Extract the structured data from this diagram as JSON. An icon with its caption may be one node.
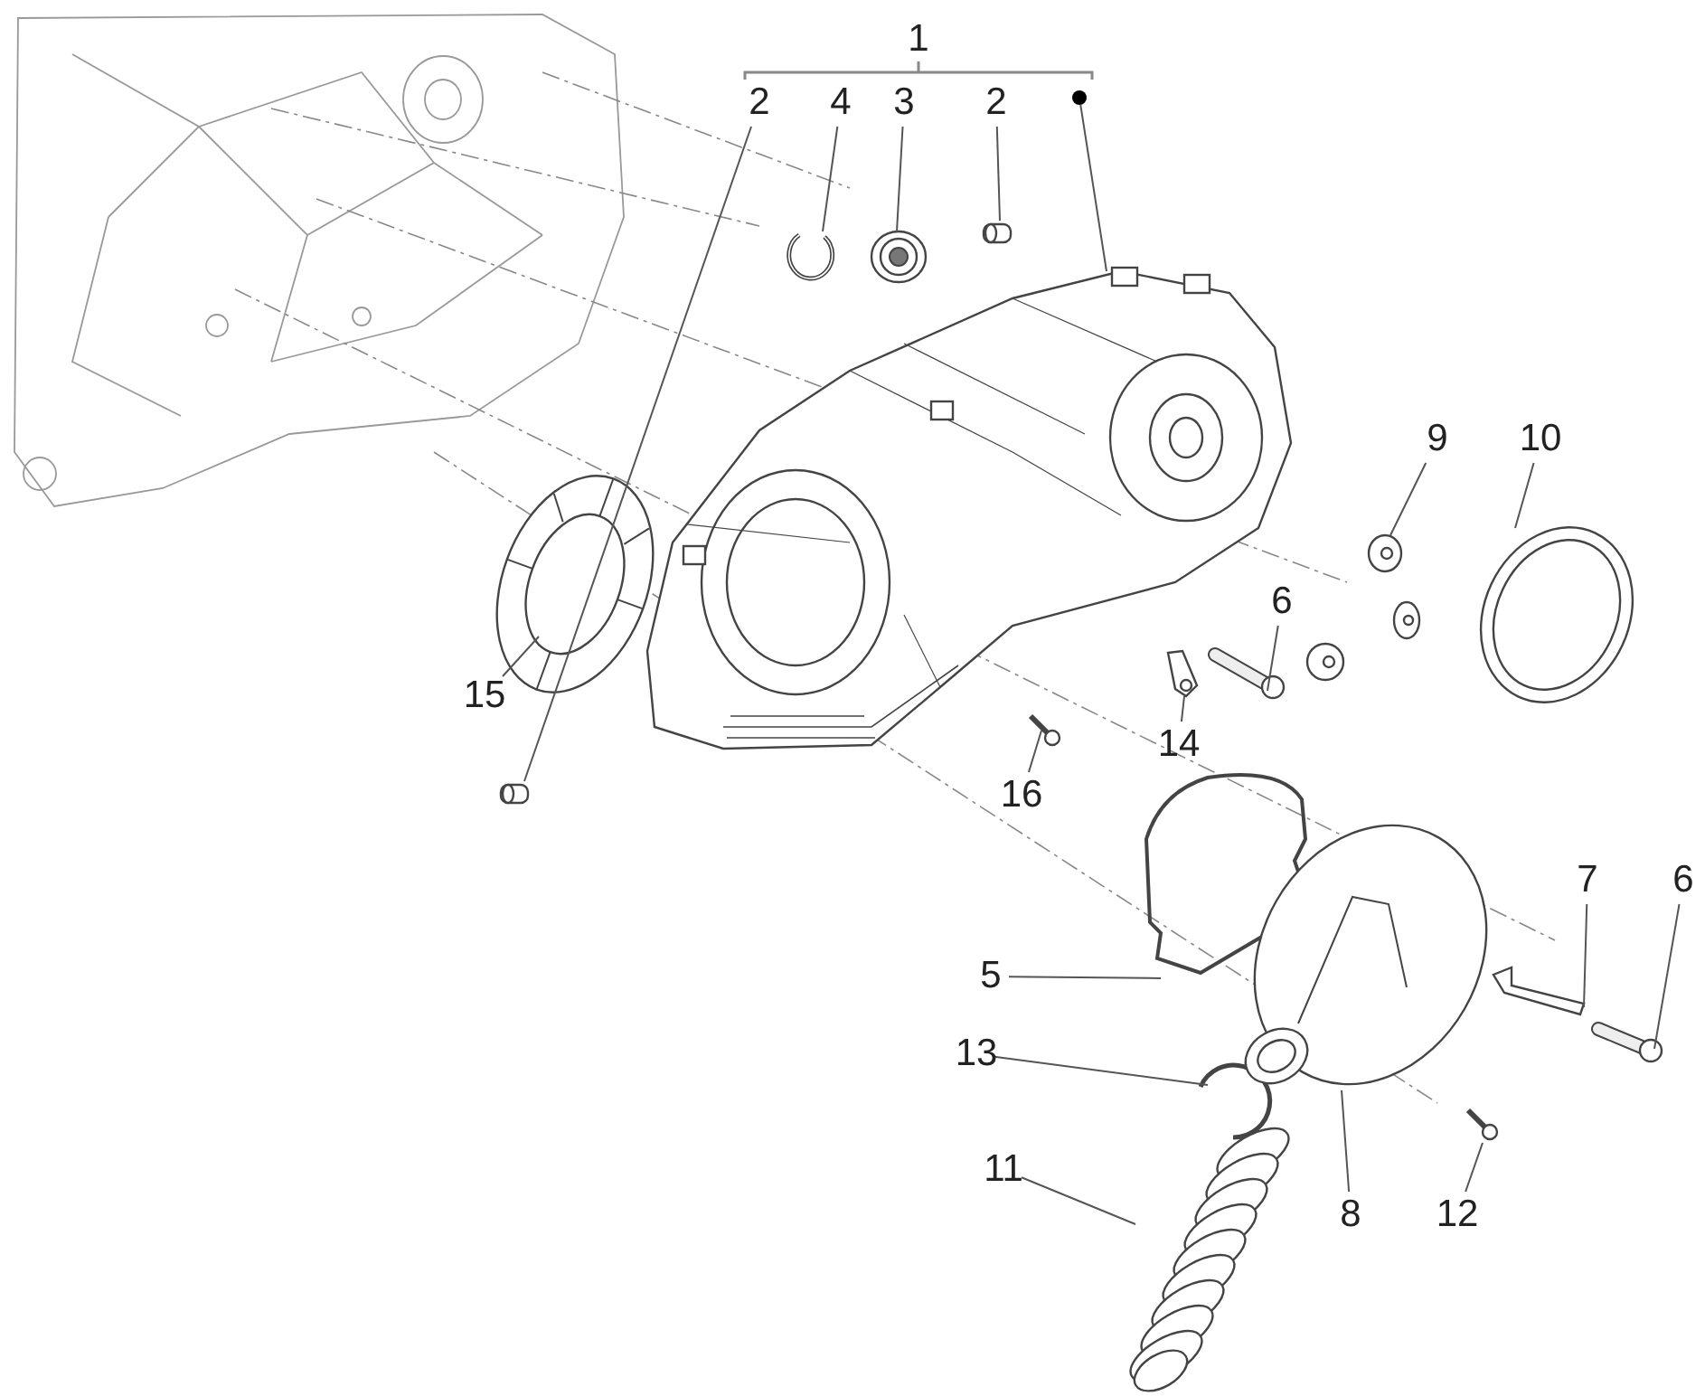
{
  "diagram": {
    "nodes": [
      {
        "text": [
          "2"
        ]
      },
      {
        "text": [
          "4"
        ]
      },
      {
        "text": [
          "3"
        ]
      },
      {
        "text": [
          "2"
        ]
      },
      {
        "text": [],
        "shape": "circle"
      },
      {
        "text": [
          "9"
        ]
      },
      {
        "text": [
          "10"
        ]
      },
      {
        "text": [
          "6"
        ]
      },
      {
        "text": [
          "15"
        ]
      },
      {
        "text": [
          "14"
        ]
      },
      {
        "text": [
          "16"
        ]
      },
      {
        "text": [
          "5"
        ]
      },
      {
        "text": [
          "7"
        ]
      },
      {
        "text": [
          "6"
        ]
      },
      {
        "text": [
          "13"
        ]
      },
      {
        "text": [
          "11"
        ]
      },
      {
        "text": [
          "8"
        ]
      },
      {
        "text": [
          "12"
        ]
      },
      {
        "text": [],
        "shape": "picture"
      },
      {
        "text": [],
        "shape": "picture"
      },
      {
        "text": [],
        "shape": "picture"
      },
      {
        "text": [],
        "shape": "picture"
      },
      {
        "text": [],
        "shape": "picture"
      },
      {
        "text": [],
        "shape": "picture"
      },
      {
        "text": [],
        "shape": "picture"
      },
      {
        "text": [],
        "shape": "picture"
      },
      {
        "text": [],
        "shape": "picture"
      },
      {
        "text": [],
        "shape": "picture"
      },
      {
        "text": [],
        "shape": "picture"
      },
      {
        "text": [],
        "shape": "ring"
      },
      {
        "text": [],
        "shape": "picture"
      },
      {
        "text": [],
        "shape": "picture"
      },
      {
        "text": [],
        "shape": "picture"
      },
      {
        "text": [],
        "shape": "picture"
      },
      {
        "text": [],
        "shape": "picture"
      },
      {
        "text": [],
        "shape": "picture"
      }
    ],
    "edges": [
      {
        "from": 0,
        "to": 18,
        "arrow": "none"
      },
      {
        "from": 1,
        "to": 19,
        "arrow": "none"
      },
      {
        "from": 2,
        "to": 20,
        "arrow": "none"
      },
      {
        "from": 3,
        "to": 21,
        "arrow": "none"
      },
      {
        "from": 4,
        "to": 22,
        "arrow": "none"
      },
      {
        "from": 5,
        "to": 23,
        "arrow": "none"
      },
      {
        "from": 6,
        "to": 24,
        "arrow": "none"
      },
      {
        "from": 7,
        "to": 25,
        "arrow": "none"
      },
      {
        "from": 8,
        "to": 26,
        "arrow": "none"
      },
      {
        "from": 9,
        "to": 27,
        "arrow": "none"
      },
      {
        "from": 10,
        "to": 28,
        "arrow": "none"
      },
      {
        "from": 11,
        "to": 29,
        "arrow": "none"
      },
      {
        "from": 12,
        "to": 30,
        "arrow": "none"
      },
      {
        "from": 13,
        "to": 31,
        "arrow": "none"
      },
      {
        "from": 14,
        "to": 32,
        "arrow": "none"
      },
      {
        "from": 15,
        "to": 33,
        "arrow": "none"
      },
      {
        "from": 16,
        "to": 34,
        "arrow": "none"
      },
      {
        "from": 17,
        "to": 35,
        "arrow": "none"
      }
    ],
    "labels": [
      "1"
    ]
  }
}
